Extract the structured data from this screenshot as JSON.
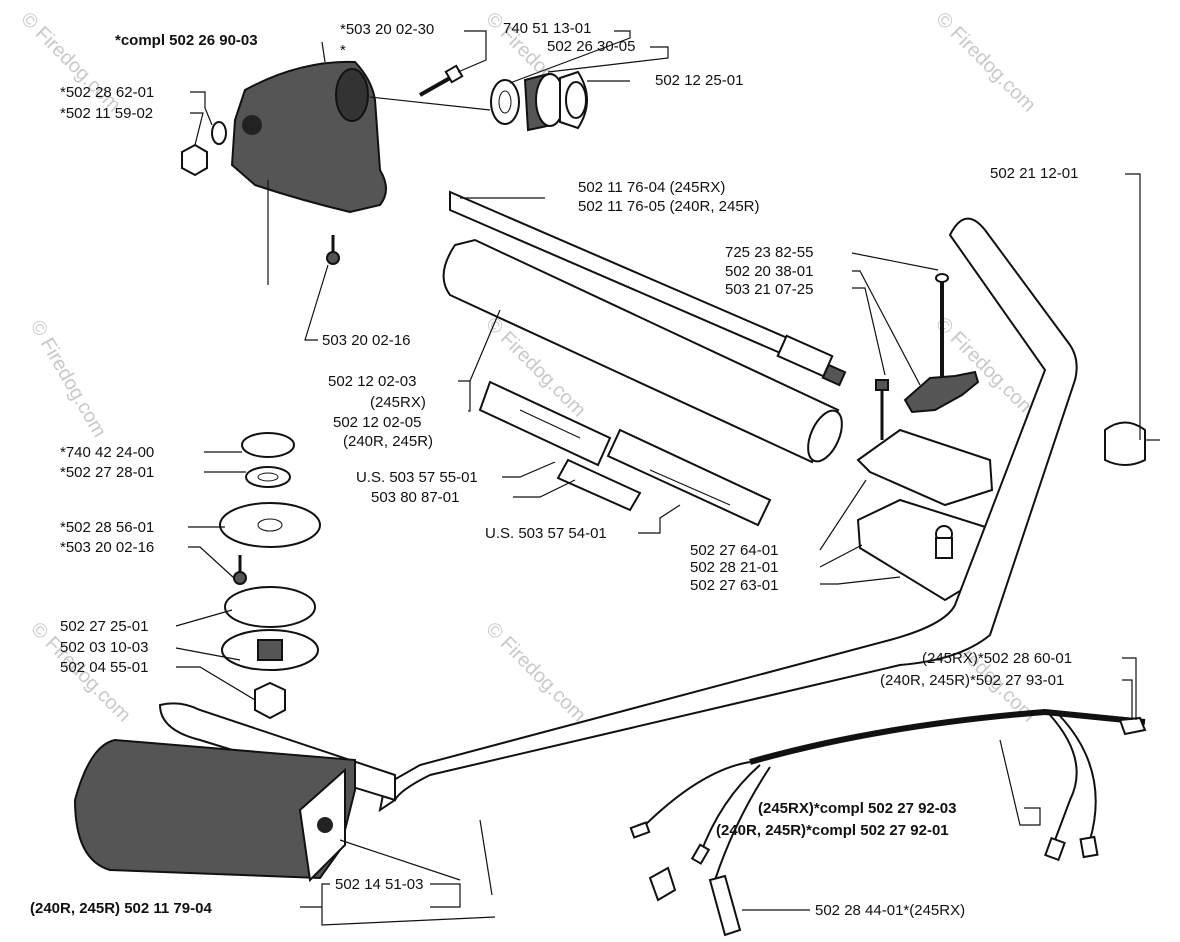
{
  "watermark": "© Firedog.com",
  "labels": {
    "compl_top": "*compl 502 26 90-03",
    "star": "*",
    "l_503200230": "*503 20 02-30",
    "l_740511301": "740 51 13-01",
    "l_502263005": "502 26 30-05",
    "l_502122501": "502 12 25-01",
    "l_502286201": "*502 28 62-01",
    "l_502115902": "*502 11 59-02",
    "l_502117604": "502 11 76-04 (245RX)",
    "l_502117605": "502 11 76-05 (240R, 245R)",
    "l_502211201": "502 21 12-01",
    "l_725238255": "725 23 82-55",
    "l_502203801": "502 20 38-01",
    "l_503210725": "503 21 07-25",
    "l_503200216": "503 20 02-16",
    "l_502120203": "502 12 02-03",
    "l_245rx_a": "(245RX)",
    "l_502120205": "502 12 02-05",
    "l_240r245r_a": "(240R, 245R)",
    "l_740422400": "*740 42 24-00",
    "l_502272801": "*502 27 28-01",
    "l_us503575501": "U.S. 503 57 55-01",
    "l_503808701": "503 80 87-01",
    "l_us503575401": "U.S. 503 57 54-01",
    "l_502285601": "*502 28 56-01",
    "l_503200216b": "*503 20 02-16",
    "l_502276401": "502 27 64-01",
    "l_502282101": "502 28 21-01",
    "l_502276301": "502 27 63-01",
    "l_502272501": "502 27 25-01",
    "l_502031003": "502 03 10-03",
    "l_502045501": "502 04 55-01",
    "l_502286001": "(245RX)*502 28 60-01",
    "l_502279301": "(240R, 245R)*502 27 93-01",
    "l_compl279203": "(245RX)*compl 502 27 92-03",
    "l_compl279201": "(240R, 245R)*compl 502 27 92-01",
    "l_502145103": "502 14 51-03",
    "l_502117904": "(240R, 245R) 502 11 79-04",
    "l_502284401": "502 28 44-01*(245RX)"
  }
}
